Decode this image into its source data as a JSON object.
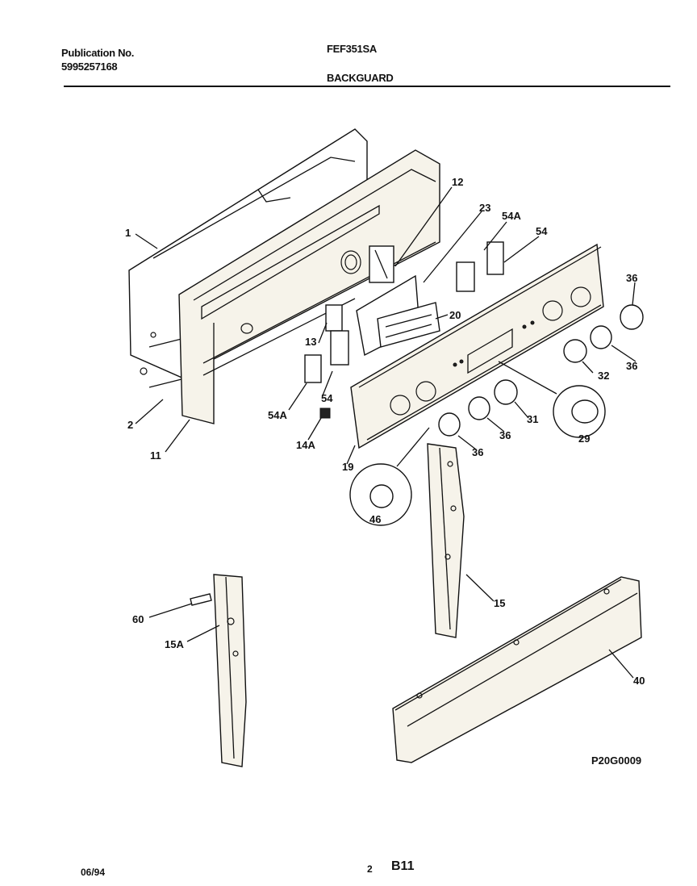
{
  "header": {
    "publication_label": "Publication No.",
    "publication_number": "5995257168",
    "model": "FEF351SA",
    "section": "BACKGUARD"
  },
  "callouts": {
    "c1": "1",
    "c2": "2",
    "c11": "11",
    "c12": "12",
    "c23": "23",
    "c54a_top": "54A",
    "c54_top": "54",
    "c36_right": "36",
    "c20": "20",
    "c13": "13",
    "c54_mid": "54",
    "c54a_left": "54A",
    "c14a": "14A",
    "c36_b": "36",
    "c32": "32",
    "c31": "31",
    "c36_c": "36",
    "c36_d": "36",
    "c29": "29",
    "c19": "19",
    "c46": "46",
    "c15": "15",
    "c60": "60",
    "c15a": "15A",
    "c40": "40"
  },
  "drawing_code": "P20G0009",
  "footer": {
    "date": "06/94",
    "page": "2",
    "code": "B11"
  }
}
